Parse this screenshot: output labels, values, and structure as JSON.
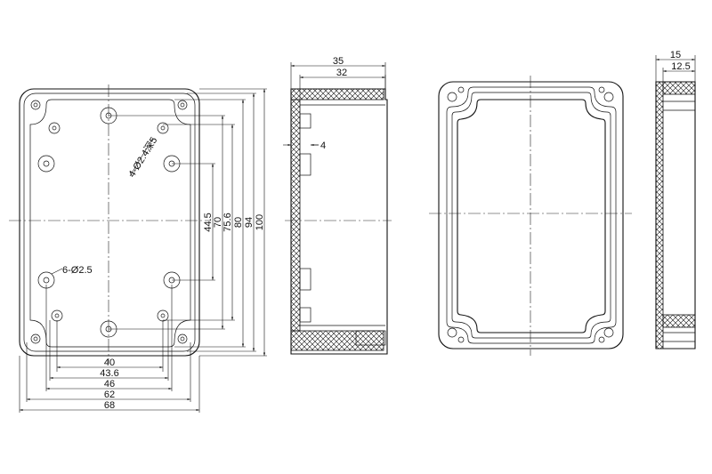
{
  "front_view": {
    "width_dims": [
      "40",
      "43.6",
      "46",
      "62",
      "68"
    ],
    "height_dims": [
      "44.5",
      "70",
      "75.6",
      "80",
      "94",
      "100"
    ],
    "hole_note_a": "4-Ø2.4深5",
    "hole_note_b": "6-Ø2.5"
  },
  "side_view": {
    "depth_dims": [
      "35",
      "32"
    ],
    "wall": "4"
  },
  "lid_side_view": {
    "depth_dims": [
      "15",
      "12.5"
    ]
  },
  "colors": {
    "line": "#111111",
    "background": "#ffffff"
  }
}
